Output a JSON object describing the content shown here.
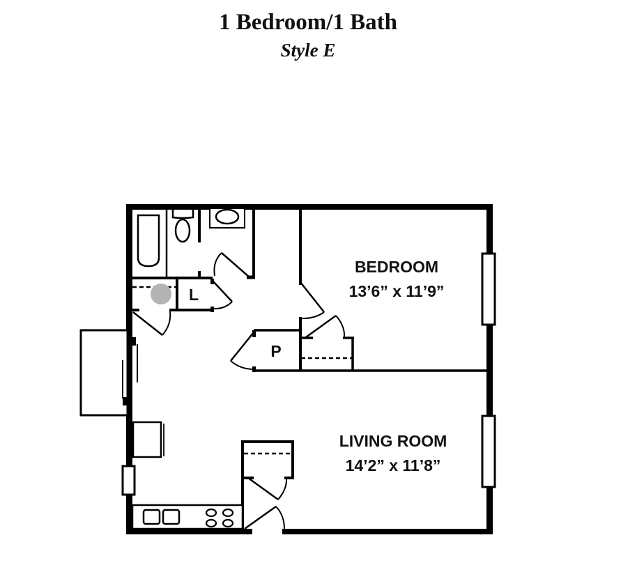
{
  "header": {
    "title": "1 Bedroom/1 Bath",
    "subtitle": "Style E"
  },
  "rooms": {
    "bedroom": {
      "name": "BEDROOM",
      "dimensions": "13’6” x 11’9”"
    },
    "living_room": {
      "name": "LIVING ROOM",
      "dimensions": "14’2” x 11’8”"
    }
  },
  "closets": {
    "linen": "L",
    "pantry": "P"
  },
  "fixtures": [
    "bathtub-icon",
    "toilet-icon",
    "bathroom-sink-icon",
    "water-heater-icon",
    "kitchen-sink-icon",
    "stove-icon",
    "refrigerator-icon",
    "window-icon",
    "door-swing-icon",
    "sliding-door-icon",
    "patio-icon"
  ],
  "colors": {
    "wall": "#000000",
    "background": "#ffffff",
    "water_heater": "#b3b3b3",
    "text": "#111111"
  }
}
